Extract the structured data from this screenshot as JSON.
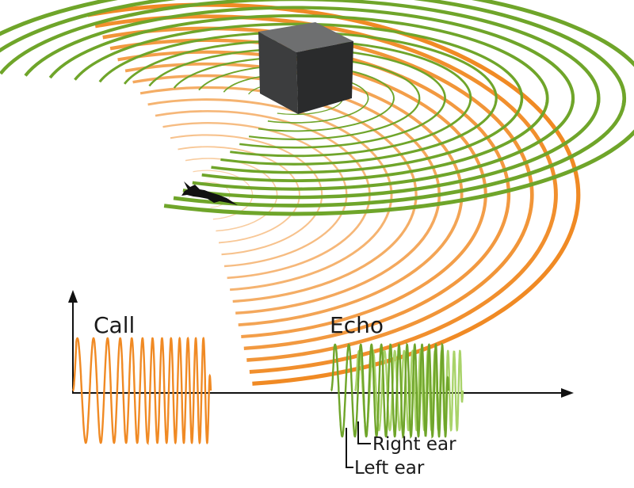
{
  "labels": {
    "call": "Call",
    "echo": "Echo",
    "right_ear": "Right ear",
    "left_ear": "Left ear"
  },
  "colors": {
    "call": "#f08a24",
    "echo_left": "#6fa52a",
    "echo_right": "#a9d36a",
    "axis": "#111111",
    "bat": "#111111",
    "cube_front": "#3c3d3e",
    "cube_top": "#6e6f70",
    "cube_side": "#2a2b2c"
  },
  "icons": {
    "bat": "bat-silhouette-icon",
    "object": "cube-icon"
  },
  "waves": {
    "call_wavefronts": 16,
    "echo_wavefronts": 14
  }
}
